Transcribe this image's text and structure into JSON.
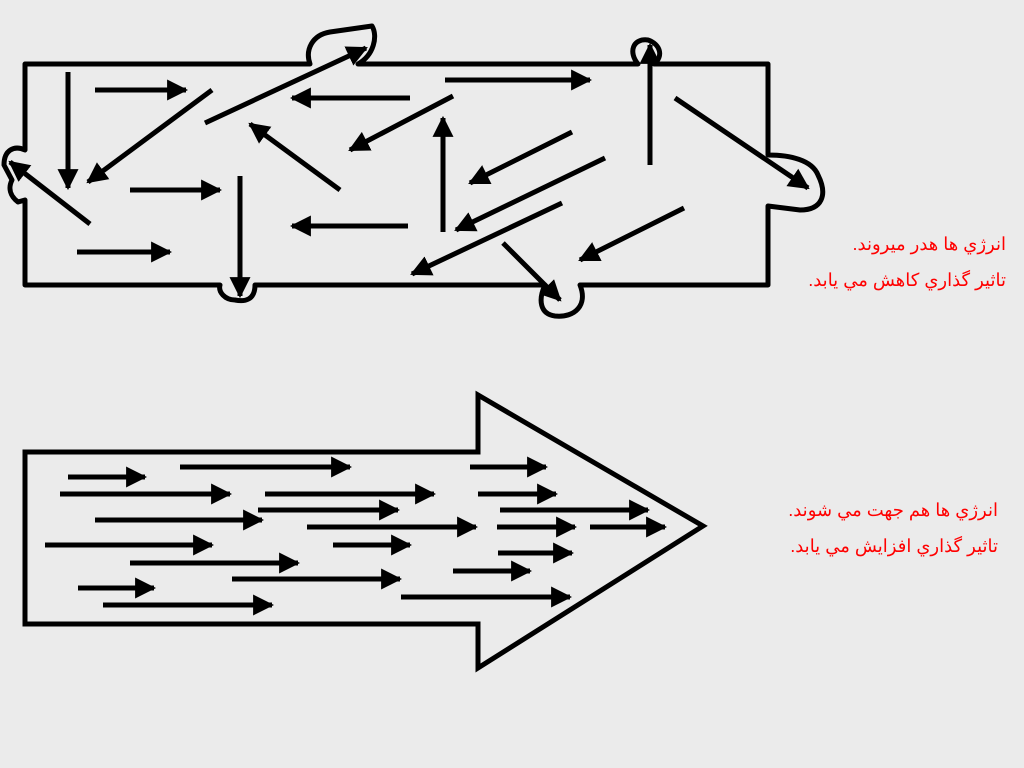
{
  "colors": {
    "background": "#ebebeb",
    "stroke": "#000000",
    "caption": "#ff0000"
  },
  "top_diagram": {
    "captions": {
      "line1": "انرژي ها هدر ميروند.",
      "line2": "تاثير گذاري كاهش   مي يابد."
    }
  },
  "bottom_diagram": {
    "captions": {
      "line1": "انرژي ها هم جهت مي شوند.",
      "line2": "تاثير گذاري افزايش مي يابد."
    }
  }
}
